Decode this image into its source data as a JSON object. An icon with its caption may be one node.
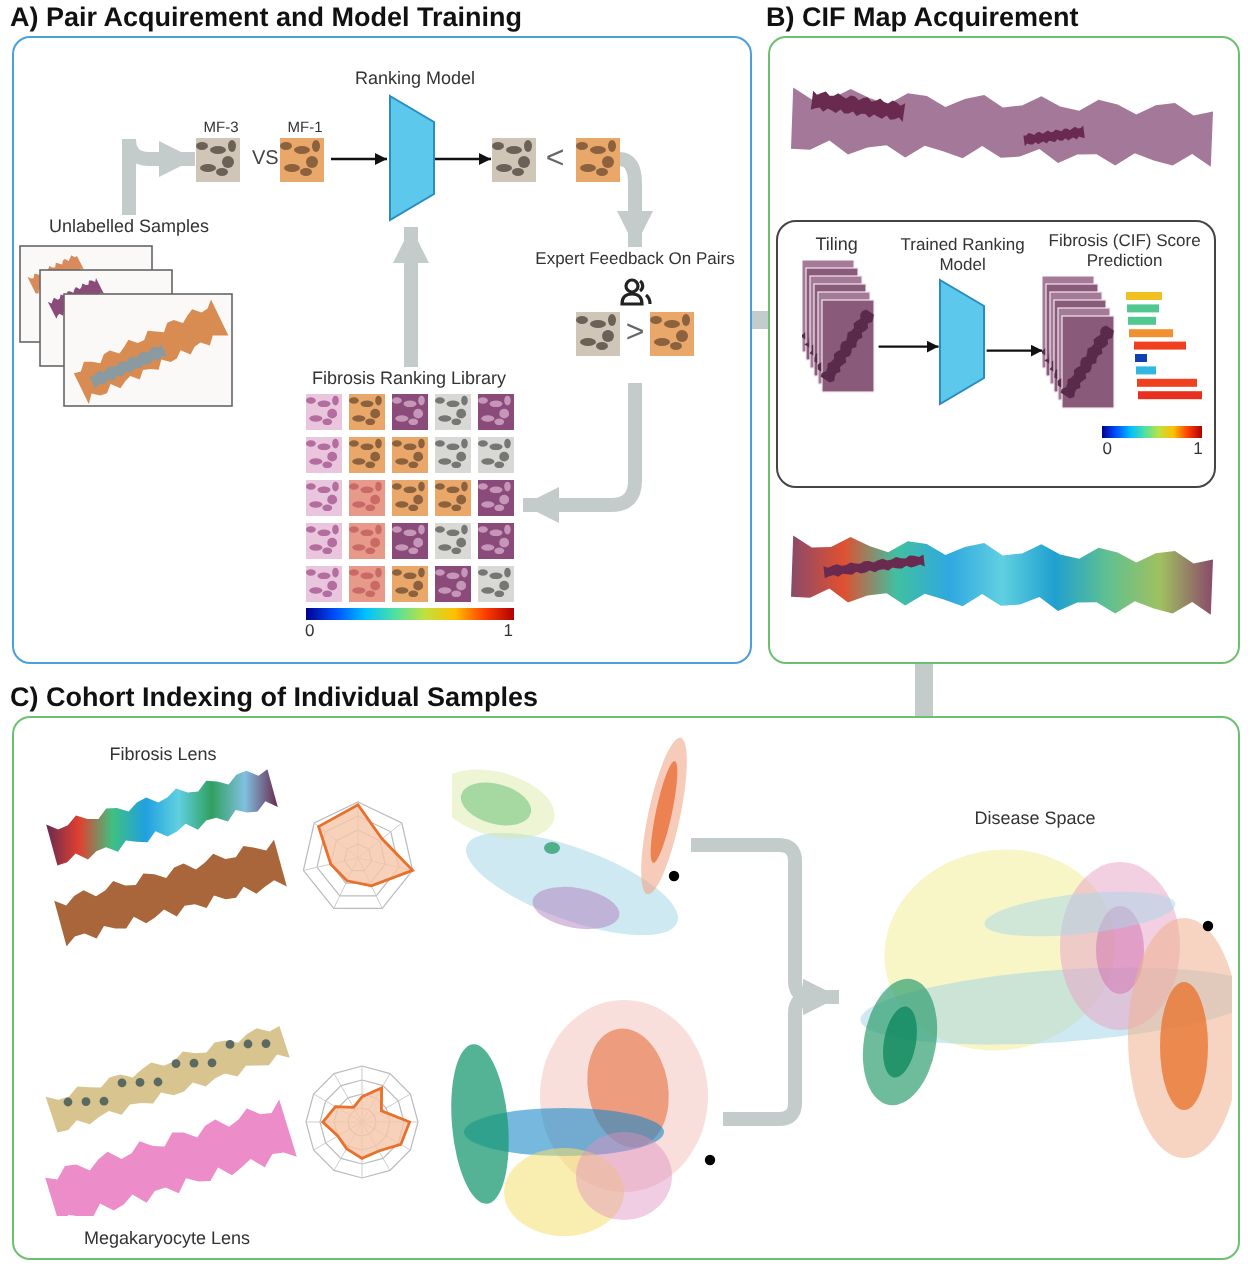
{
  "diagram": {
    "nodes": [
      {
        "text": [
          "A) Pair Acquirement and Model Training"
        ]
      },
      {
        "text": [
          "Unlabelled Samples"
        ],
        "in": 0
      },
      {
        "text": [
          "MF-3"
        ],
        "in": 0
      },
      {
        "text": [
          "MF-1"
        ],
        "in": 0
      },
      {
        "text": [
          "Ranking Model"
        ],
        "in": 0
      },
      {
        "text": [
          "<"
        ],
        "in": 0
      },
      {
        "text": [
          "Expert Feedback On Pairs",
          ">"
        ],
        "in": 0
      },
      {
        "text": [
          "Fibrosis Ranking Library"
        ],
        "beside": [
          "0",
          "1"
        ],
        "in": 0
      },
      {
        "text": [
          "B) CIF Map Acquirement"
        ]
      },
      {
        "text": [],
        "shape": "picture",
        "in": 8
      },
      {
        "text": [],
        "shape": "box",
        "in": 8
      },
      {
        "text": [
          "Tiling"
        ],
        "in": 10
      },
      {
        "text": [
          "Trained Ranking Model"
        ],
        "in": 10
      },
      {
        "text": [
          "Fibrosis (CIF) Score Prediction"
        ],
        "beside": [
          "0",
          "1"
        ],
        "in": 10
      },
      {
        "text": [],
        "shape": "picture",
        "in": 8
      },
      {
        "text": [
          "C) Cohort Indexing of Individual Samples"
        ]
      },
      {
        "text": [
          "Fibrosis Lens"
        ],
        "in": 15
      },
      {
        "text": [],
        "shape": "picture",
        "in": 15
      },
      {
        "text": [],
        "shape": "picture",
        "in": 15
      },
      {
        "text": [
          "Megakaryocyte Lens"
        ],
        "in": 15
      },
      {
        "text": [],
        "shape": "picture",
        "in": 15
      },
      {
        "text": [],
        "shape": "picture",
        "in": 15
      },
      {
        "text": [
          "Disease Space"
        ],
        "in": 15
      }
    ],
    "edges": [
      {
        "from": 1,
        "to": 2,
        "arrow": "to"
      },
      {
        "from": 3,
        "to": 4,
        "arrow": "to",
        "color": "#111111"
      },
      {
        "from": 4,
        "to": 5,
        "arrow": "to",
        "color": "#111111"
      },
      {
        "from": 5,
        "to": 6,
        "arrow": "to"
      },
      {
        "from": 6,
        "to": 7,
        "arrow": "to"
      },
      {
        "from": 7,
        "to": 4,
        "arrow": "to"
      },
      {
        "from": 0,
        "to": 8,
        "arrow": "none"
      },
      {
        "from": 11,
        "to": 12,
        "arrow": "to",
        "color": "#111111"
      },
      {
        "from": 12,
        "to": 13,
        "arrow": "to",
        "color": "#111111"
      },
      {
        "from": 8,
        "to": 15,
        "arrow": "none"
      },
      {
        "from": 18,
        "to": 22,
        "arrow": "to"
      },
      {
        "from": 21,
        "to": 22,
        "arrow": "to"
      }
    ],
    "labels": [
      "VS"
    ]
  }
}
